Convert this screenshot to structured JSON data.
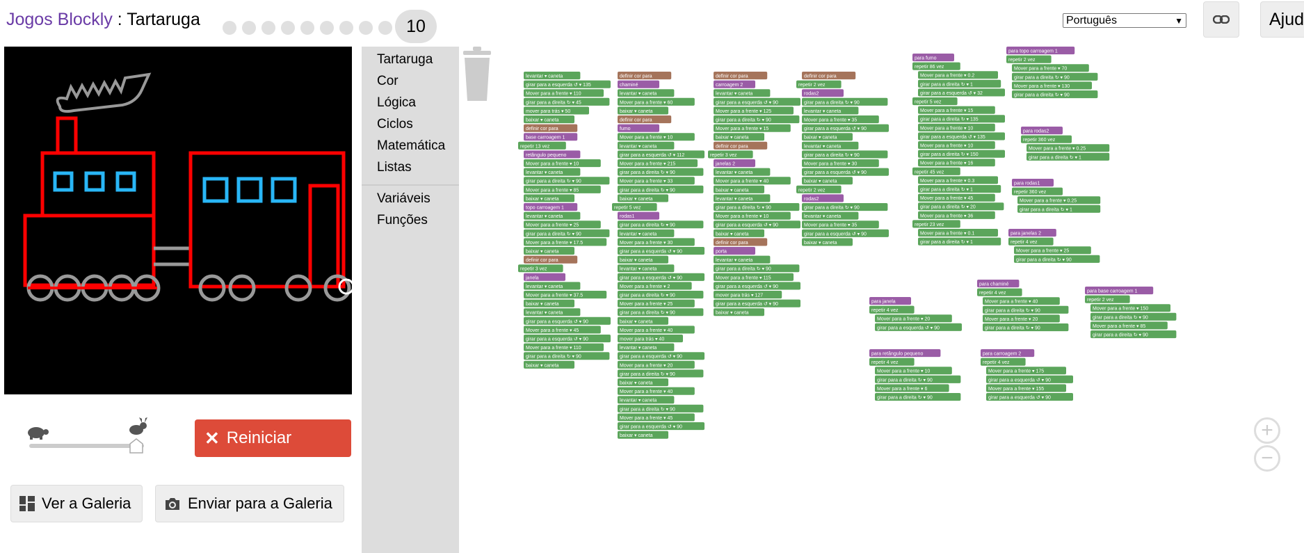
{
  "header": {
    "app_name": "Jogos Blockly",
    "separator": " : ",
    "game_name": "Tartaruga",
    "current_level": "10",
    "language": "Português",
    "help_label": "Ajuda"
  },
  "controls": {
    "reset_label": "Reiniciar",
    "gallery_label": "Ver a Galeria",
    "submit_label": "Enviar para a Galeria"
  },
  "toolbox": {
    "categories": [
      "Tartaruga",
      "Cor",
      "Lógica",
      "Ciclos",
      "Matemática",
      "Listas"
    ],
    "variables": "Variáveis",
    "functions": "Funções"
  },
  "colors": {
    "turtle_block": "#5ba55b",
    "color_block": "#a5745b",
    "procedure_block": "#9a5ca6",
    "loop_block": "#5ba55b",
    "math_block": "#5b67a5",
    "reset_button": "#dd4b39",
    "link_purple": "#6a3ba6"
  },
  "icons": {
    "link": "link-icon",
    "turtle": "turtle-icon",
    "rabbit": "rabbit-icon",
    "close": "close-icon",
    "gallery": "gallery-grid-icon",
    "camera": "camera-icon",
    "zoom_in": "zoom-in-icon",
    "zoom_out": "zoom-out-icon",
    "trash": "trash-icon"
  },
  "stacks": {
    "s1": [
      "levantar ▾ caneta",
      "girar para a esquerda ↺ ▾ 135",
      "Mover para a frente ▾ 110",
      "girar para a direita ↻ ▾ 45",
      "mover para trás ▾ 50",
      "baixar ▾ caneta",
      "definir cor para",
      "base carroagem 1",
      "repetir 13 vez",
      "retângulo pequeno",
      "Mover para a frente ▾ 10",
      "levantar ▾ caneta",
      "girar para a direita ↻ ▾ 90",
      "Mover para a frente ▾ 85",
      "baixar ▾ caneta",
      "topo carroagem 1",
      "levantar ▾ caneta",
      "Mover para a frente ▾ 25",
      "girar para a direita ↻ ▾ 90",
      "Mover para a frente ▾ 17.5",
      "baixar ▾ caneta",
      "definir cor para",
      "repetir 3 vez",
      "janela",
      "levantar ▾ caneta",
      "Mover para a frente ▾ 37.5",
      "baixar ▾ caneta",
      "levantar ▾ caneta",
      "girar para a esquerda ↺ ▾ 90",
      "Mover para a frente ▾ 45",
      "girar para a esquerda ↺ ▾ 90",
      "Mover para a frente ▾ 110",
      "girar para a direita ↻ ▾ 90",
      "baixar ▾ caneta"
    ],
    "s2": [
      "definir cor para",
      "chaminé",
      "levantar ▾ caneta",
      "Mover para a frente ▾ 60",
      "baixar ▾ caneta",
      "definir cor para",
      "fumo",
      "Mover para a frente ▾ 10",
      "levantar ▾ caneta",
      "girar para a esquerda ↺ ▾ 112",
      "Mover para a frente ▾ 215",
      "girar para a direita ↻ ▾ 90",
      "Mover para a frente ▾ 33",
      "girar para a direita ↻ ▾ 90",
      "baixar ▾ caneta",
      "repetir 5 vez",
      "rodas1",
      "girar para a direita ↻ ▾ 90",
      "levantar ▾ caneta",
      "Mover para a frente ▾ 30",
      "girar para a esquerda ↺ ▾ 90",
      "baixar ▾ caneta",
      "levantar ▾ caneta",
      "girar para a esquerda ↺ ▾ 90",
      "Mover para a frente ▾ 2",
      "girar para a direita ↻ ▾ 90",
      "Mover para a frente ▾ 25",
      "girar para a direita ↻ ▾ 90",
      "baixar ▾ caneta",
      "Mover para a frente ▾ 40",
      "mover para trás ▾ 40",
      "levantar ▾ caneta",
      "girar para a esquerda ↺ ▾ 90",
      "Mover para a frente ▾ 20",
      "girar para a direita ↻ ▾ 90",
      "baixar ▾ caneta",
      "Mover para a frente ▾ 40",
      "levantar ▾ caneta",
      "girar para a direita ↻ ▾ 90",
      "Mover para a frente ▾ 45",
      "girar para a esquerda ↺ ▾ 90",
      "baixar ▾ caneta"
    ],
    "s3": [
      "definir cor para",
      "carroagem 2",
      "levantar ▾ caneta",
      "girar para a esquerda ↺ ▾ 90",
      "Mover para a frente ▾ 125",
      "girar para a direita ↻ ▾ 90",
      "Mover para a frente ▾ 15",
      "baixar ▾ caneta",
      "definir cor para",
      "repetir 3 vez",
      "janelas 2",
      "levantar ▾ caneta",
      "Mover para a frente ▾ 40",
      "baixar ▾ caneta",
      "levantar ▾ caneta",
      "girar para a direita ↻ ▾ 90",
      "Mover para a frente ▾ 10",
      "girar para a esquerda ↺ ▾ 90",
      "baixar ▾ caneta",
      "definir cor para",
      "porta",
      "levantar ▾ caneta",
      "girar para a direita ↻ ▾ 90",
      "Mover para a frente ▾ 115",
      "girar para a esquerda ↺ ▾ 90",
      "mover para trás ▾ 127",
      "girar para a esquerda ↺ ▾ 90",
      "baixar ▾ caneta"
    ],
    "s4": [
      "definir cor para",
      "repetir 2 vez",
      "rodas2",
      "girar para a direita ↻ ▾ 90",
      "levantar ▾ caneta",
      "Mover para a frente ▾ 35",
      "girar para a esquerda ↺ ▾ 90",
      "baixar ▾ caneta",
      "levantar ▾ caneta",
      "girar para a direita ↻ ▾ 90",
      "Mover para a frente ▾ 30",
      "girar para a esquerda ↺ ▾ 90",
      "baixar ▾ caneta",
      "repetir 2 vez",
      "rodas2",
      "girar para a direita ↻ ▾ 90",
      "levantar ▾ caneta",
      "Mover para a frente ▾ 35",
      "girar para a esquerda ↺ ▾ 90",
      "baixar ▾ caneta"
    ],
    "fumo": [
      "para fumo",
      "repetir 86 vez",
      "Mover para a frente ▾ 0.2",
      "girar para a direita ↻ ▾ 1",
      "girar para a esquerda ↺ ▾ 32",
      "repetir 5 vez",
      "Mover para a frente ▾ 15",
      "girar para a direita ↻ ▾ 135",
      "Mover para a frente ▾ 10",
      "girar para a esquerda ↺ ▾ 135",
      "Mover para a frente ▾ 10",
      "girar para a direita ↻ ▾ 150",
      "Mover para a frente ▾ 16",
      "repetir 45 vez",
      "Mover para a frente ▾ 0.3",
      "girar para a direita ↻ ▾ 1",
      "Mover para a frente ▾ 45",
      "girar para a direita ↻ ▾ 20",
      "Mover para a frente ▾ 36",
      "repetir 23 vez",
      "Mover para a frente ▾ 0.1",
      "girar para a direita ↻ ▾ 1"
    ],
    "topo": [
      "para topo carroagem 1",
      "repetir 2 vez",
      "Mover para a frente ▾ 70",
      "girar para a direita ↻ ▾ 90",
      "Mover para a frente ▾ 130",
      "girar para a direita ↻ ▾ 90"
    ],
    "rodas2": [
      "para rodas2",
      "repetir 360 vez",
      "Mover para a frente ▾ 0.25",
      "girar para a direita ↻ ▾ 1"
    ],
    "rodas1": [
      "para rodas1",
      "repetir 360 vez",
      "Mover para a frente ▾ 0.25",
      "girar para a direita ↻ ▾ 1"
    ],
    "janelas2": [
      "para janelas 2",
      "repetir 4 vez",
      "Mover para a frente ▾ 25",
      "girar para a direita ↻ ▾ 90"
    ],
    "janela": [
      "para janela",
      "repetir 4 vez",
      "Mover para a frente ▾ 20",
      "girar para a esquerda ↺ ▾ 90"
    ],
    "chamine": [
      "para chaminé",
      "repetir 4 vez",
      "Mover para a frente ▾ 40",
      "girar para a direita ↻ ▾ 90",
      "Mover para a frente ▾ 20",
      "girar para a direita ↻ ▾ 90"
    ],
    "base1": [
      "para base carroagem 1",
      "repetir 2 vez",
      "Mover para a frente ▾ 150",
      "girar para a direita ↻ ▾ 90",
      "Mover para a frente ▾ 85",
      "girar para a direita ↻ ▾ 90"
    ],
    "retangulo": [
      "para retângulo pequeno",
      "repetir 4 vez",
      "Mover para a frente ▾ 10",
      "girar para a direita ↻ ▾ 90",
      "Mover para a frente ▾ 6",
      "girar para a direita ↻ ▾ 90"
    ],
    "carroagem2": [
      "para carroagem 2",
      "repetir 4 vez",
      "Mover para a frente ▾ 175",
      "girar para a esquerda ↺ ▾ 90",
      "Mover para a frente ▾ 155",
      "girar para a esquerda ↺ ▾ 90"
    ]
  }
}
